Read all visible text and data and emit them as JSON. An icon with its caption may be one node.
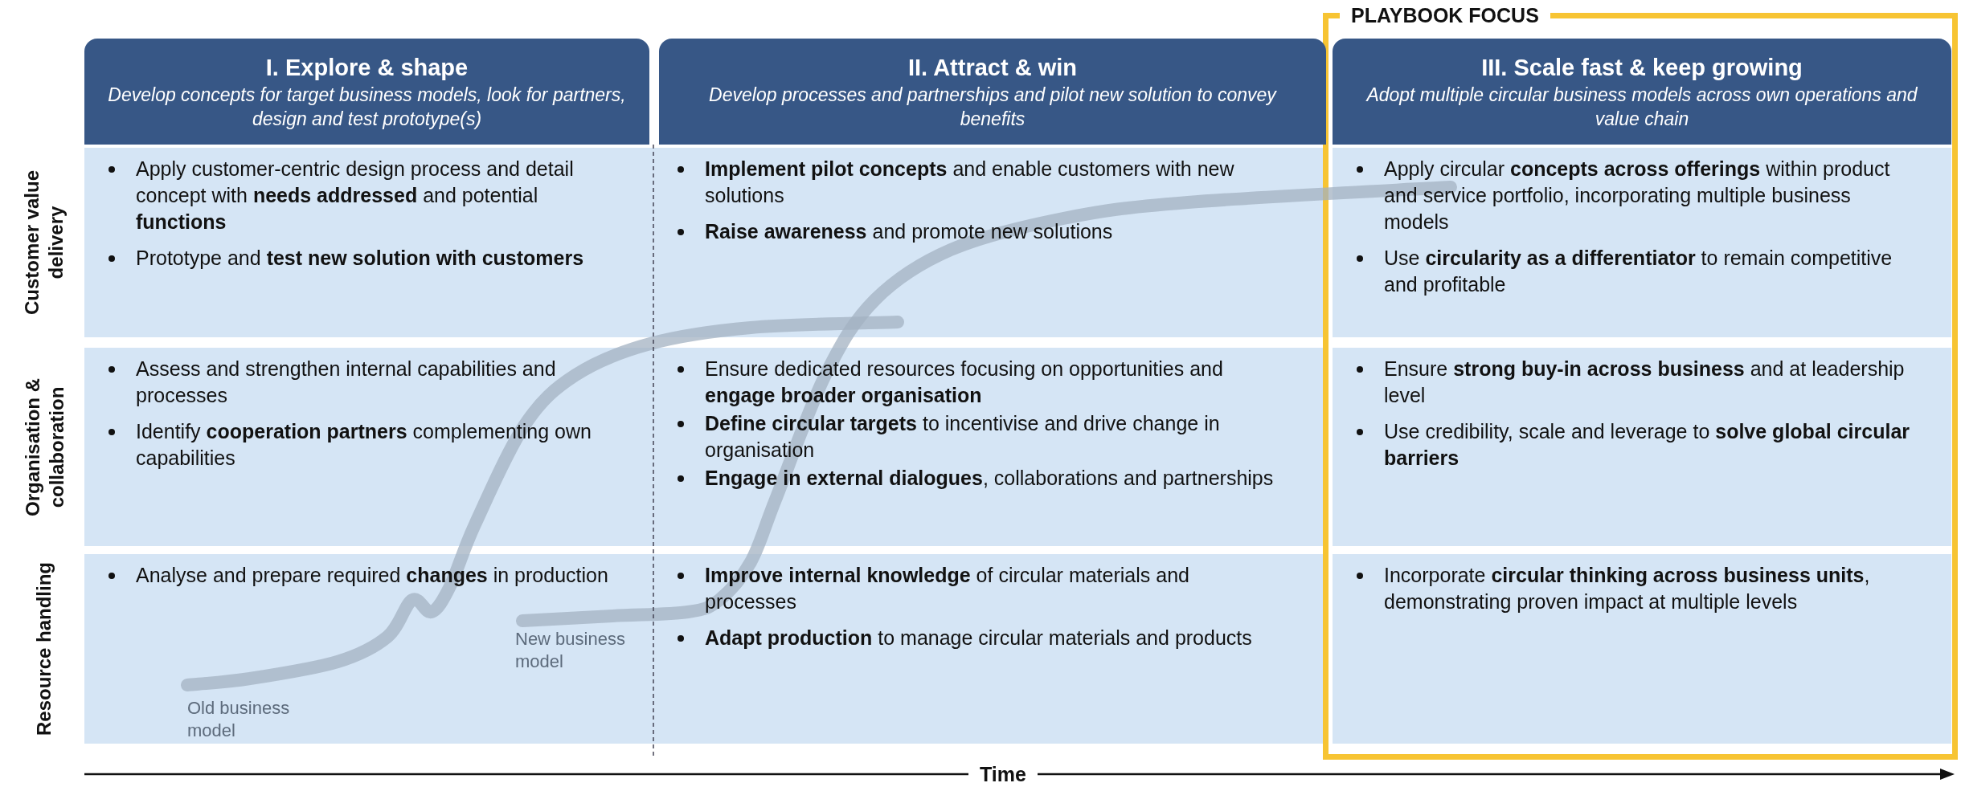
{
  "diagram": {
    "nodes": [
      {
        "text": [
          "PLAYBOOK FOCUS"
        ]
      },
      {
        "text": [
          "I. Explore & shape",
          "Develop concepts for target business models, look for partners, design and test prototype(s)"
        ]
      },
      {
        "text": [
          "II. Attract & win",
          "Develop processes and partnerships and pilot new solution to convey benefits"
        ]
      },
      {
        "text": [
          "III. Scale fast & keep growing",
          "Adopt multiple circular business models across own operations and value chain"
        ],
        "in": 0
      },
      {
        "text": [
          "Apply customer-centric design process and detail concept with **needs addressed** and potential **functions**",
          "Prototype and **test new solution with customers**"
        ]
      },
      {
        "text": [
          "**Implement pilot concepts** and enable customers with new solutions",
          "**Raise awareness** and promote new solutions"
        ]
      },
      {
        "text": [
          "Apply circular **concepts across offerings** within product and service portfolio, incorporating multiple business models",
          "Use **circularity as a differentiator** to remain competitive and profitable"
        ],
        "in": 0
      },
      {
        "text": [
          "Assess and strengthen internal capabilities and processes",
          "Identify **cooperation partners** complementing own capabilities"
        ]
      },
      {
        "text": [
          "Ensure dedicated resources focusing on opportunities and **engage broader organisation**",
          "**Define circular targets** to incentivise and drive change in organisation",
          "**Engage in external dialogues**, collaborations and partnerships"
        ]
      },
      {
        "text": [
          "Ensure **strong buy-in across business** and at leadership level",
          "Use credibility, scale and leverage to **solve global circular barriers**"
        ],
        "in": 0
      },
      {
        "text": [
          "Analyse and prepare required **changes** in production"
        ]
      },
      {
        "text": [
          "**Improve internal knowledge** of circular materials and processes",
          "**Adapt production** to manage circular materials and products"
        ]
      },
      {
        "text": [
          "Incorporate **circular thinking across business units**, demonstrating proven impact at multiple levels"
        ],
        "in": 0
      }
    ],
    "labels": [
      "Customer value delivery",
      "Organisation & collaboration",
      "Resource handling",
      "New business model",
      "Old business model",
      "Time"
    ]
  }
}
